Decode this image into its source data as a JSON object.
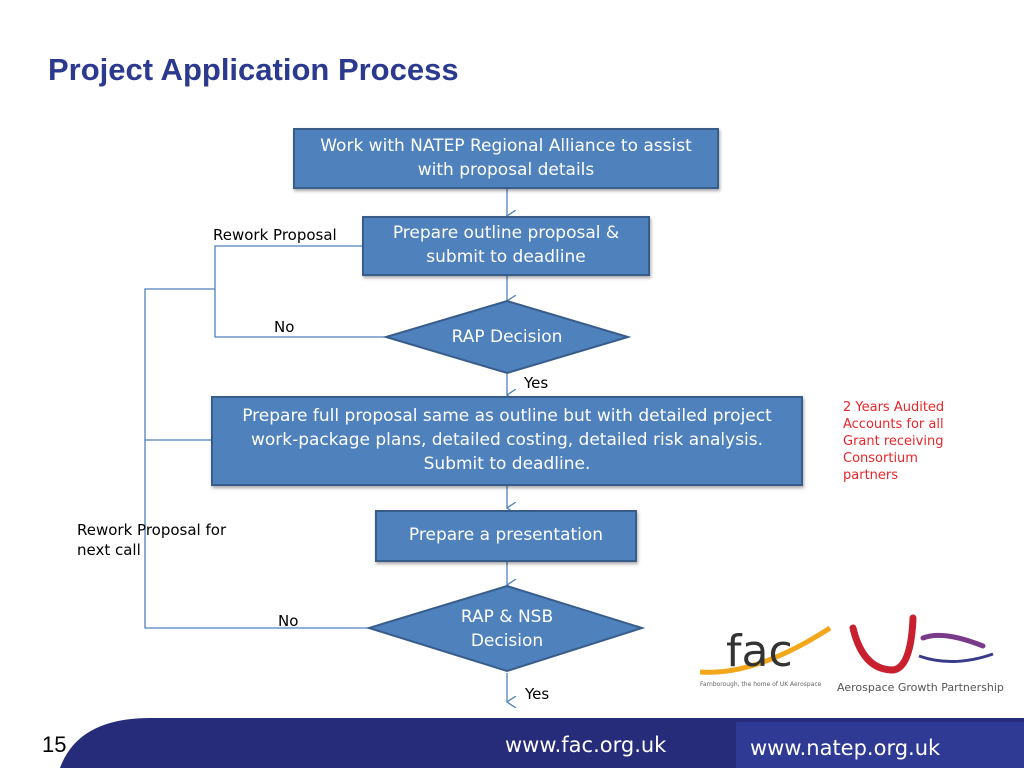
{
  "title": "Project Application Process",
  "flow": {
    "step1": "Work with NATEP Regional Alliance to assist with proposal details",
    "step2": "Prepare outline proposal & submit to deadline",
    "decision1": "RAP Decision",
    "step3": "Prepare full proposal same as outline but with detailed project work-package plans, detailed costing, detailed risk analysis. Submit to deadline.",
    "step4": "Prepare a presentation",
    "decision2": "RAP & NSB Decision"
  },
  "labels": {
    "rework_proposal": "Rework Proposal",
    "rework_next_call": "Rework Proposal for next call",
    "no1": "No",
    "yes1": "Yes",
    "no2": "No",
    "yes2": "Yes"
  },
  "note": "2 Years Audited Accounts for all Grant receiving Consortium partners",
  "logos": {
    "fac_text": "fac",
    "fac_tagline": "Farnborough, the home of UK Aerospace",
    "agp_text": "Aerospace Growth Partnership"
  },
  "footer": {
    "page_number": "15",
    "url_fac": "www.fac.org.uk",
    "url_natep": "www.natep.org.uk"
  },
  "colors": {
    "title": "#2b3a8f",
    "box_fill": "#4f81bd",
    "box_border": "#385d8a",
    "connector": "#4f81bd",
    "note": "#e8262a",
    "footer_dark": "#262b7a",
    "footer_mid": "#2f3a94"
  }
}
